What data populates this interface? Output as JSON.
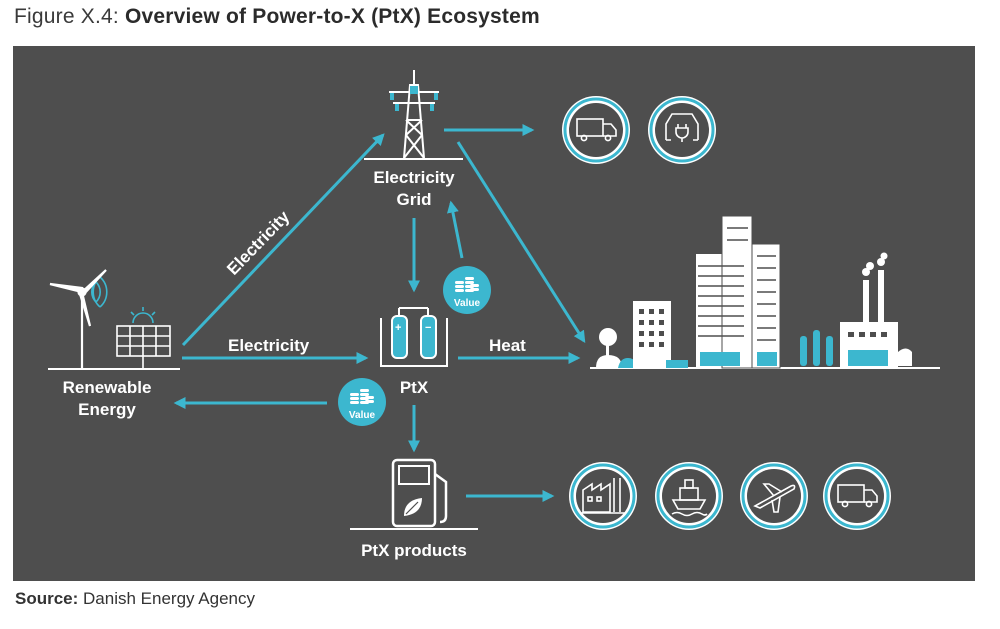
{
  "figure": {
    "title_prefix": "Figure X.4: ",
    "title_bold": "Overview of Power-to-X (PtX) Ecosystem",
    "source_label": "Source:",
    "source_value": " Danish Energy Agency"
  },
  "nodes": {
    "renewable_line1": "Renewable",
    "renewable_line2": "Energy",
    "grid_line1": "Electricity",
    "grid_line2": "Grid",
    "ptx": "PtX",
    "ptx_products": "PtX products"
  },
  "flows": {
    "diag_electricity": "Electricity",
    "horiz_electricity": "Electricity",
    "heat": "Heat",
    "value_badge_1": "Value",
    "value_badge_2": "Value"
  },
  "icons": {
    "grid_outputs": [
      "truck-icon",
      "electric-car-icon"
    ],
    "product_outputs": [
      "factory-icon",
      "ship-icon",
      "airplane-icon",
      "truck-icon"
    ]
  },
  "colors": {
    "background": "#4e4e4e",
    "accent": "#3cb7cf",
    "text": "#ffffff"
  }
}
